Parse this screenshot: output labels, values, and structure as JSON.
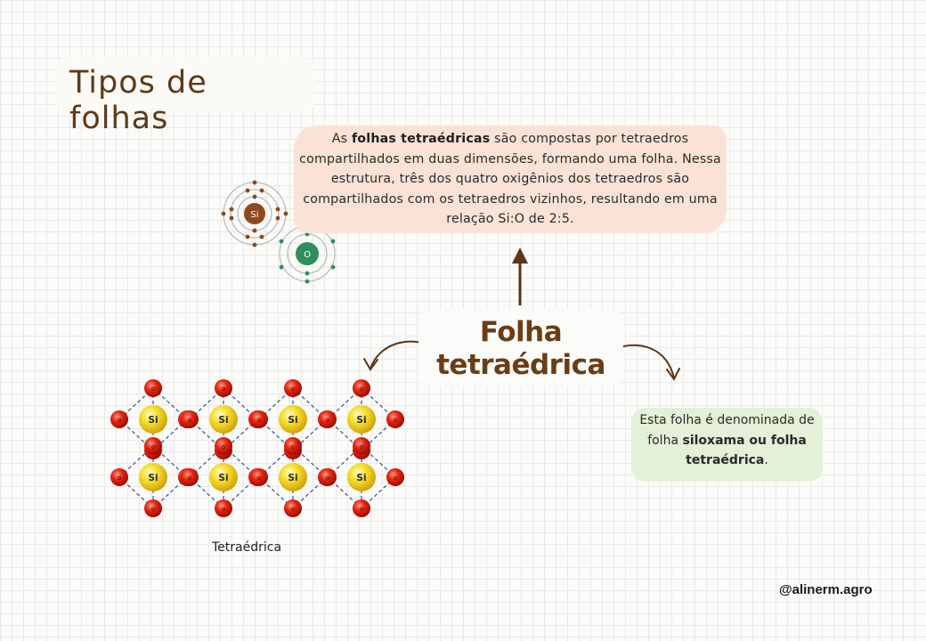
{
  "title": "Tipos de folhas",
  "description": {
    "pre": "As ",
    "bold": "folhas tetraédricas",
    "post": " são compostas por tetraedros compartilhados em duas dimensões, formando uma folha. Nessa estrutura, três dos quatro oxigênios dos tetraedros são compartilhados com os tetraedros vizinhos, resultando em uma relação Si:O de 2:5."
  },
  "center_label": {
    "line1": "Folha",
    "line2": "tetraédrica"
  },
  "side_note": {
    "pre": "Esta folha é denominada de folha ",
    "bold": "siloxama ou folha tetraédrica",
    "post": "."
  },
  "atoms": {
    "silicon_label": "Si",
    "oxygen_label": "O",
    "oxygen_small": "o"
  },
  "caption": "Tetraédrica",
  "handle": "@alinerm.agro",
  "colors": {
    "title": "#5e3a17",
    "accent_brown": "#6b3d14",
    "peach_box": "#fae3d6",
    "green_box": "#e4f0d7",
    "silicon": "#f3d316",
    "oxygen": "#e21f10",
    "oxygen_model": "#2e8f5d",
    "silicon_model": "#8b4a1e"
  }
}
